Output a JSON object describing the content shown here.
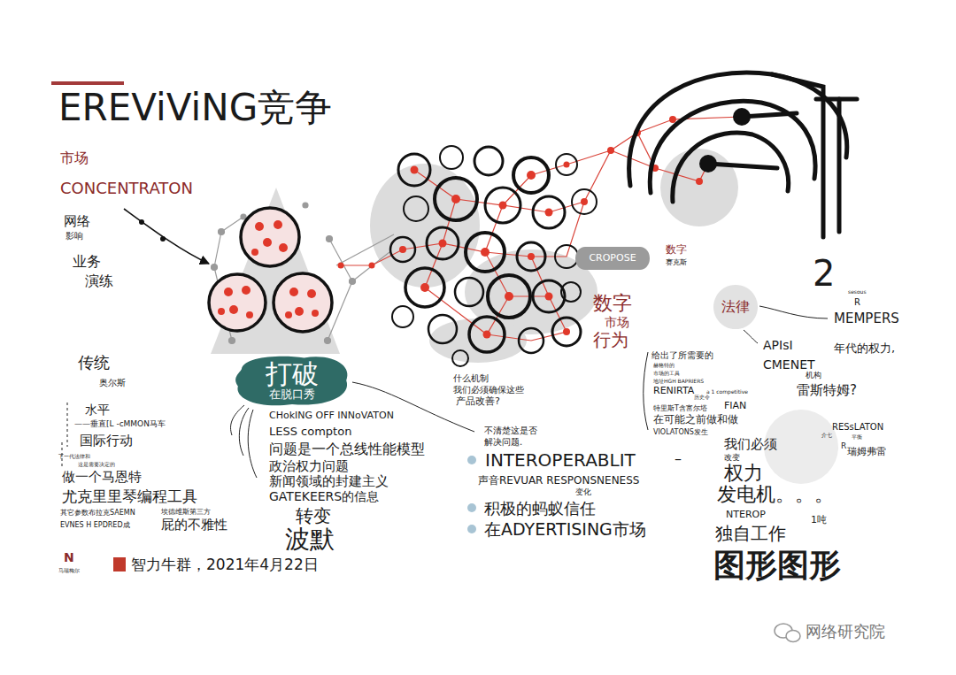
{
  "diagram": {
    "title": "EREViViNG竞争",
    "nodes": [
      {
        "text": [
          "打破",
          "在脱口秀"
        ]
      },
      {
        "text": [
          "CROPOSE"
        ]
      },
      {
        "text": [
          "法律"
        ]
      }
    ],
    "labels": [
      "市场",
      "CONCENTRATON",
      "网络",
      "影响",
      "业务",
      "演练",
      "传统",
      "奥尔斯",
      "水平",
      "——垂直[L -cMMON马车",
      "国际行动",
      "下一代法律和",
      "这是需要决定的",
      "做一个马恩特",
      "尤克里里琴编程工具",
      "其它参数布拉克SAEMN",
      "EVNES H EPDRED成",
      "埃德维斯第三方",
      "屁的不雅性",
      "N",
      "马瑞梅尔",
      "智力牛群，2021年4月22日",
      "CHokING OFF INNoVATON",
      "LESS compton",
      "问题是一个总线性能模型",
      "政治权力问题",
      "新闻领域的封建主义",
      "GATEKEERS的信息",
      "转变",
      "波默",
      "什么机制",
      "我们必须确保这些",
      "产品改善?",
      "不清楚这是否",
      "解决问题.",
      "INTEROPERABLIT",
      "–",
      "声音REVUAR RESPONSNENESS",
      "变化",
      "积极的蚂蚁信任",
      "在ADYERTISING市场",
      "数字",
      "赛克斯",
      "数字",
      "市场",
      "行为",
      "2",
      "sesous",
      "R",
      "MEMPERS",
      "APIsI",
      "年代的权力,",
      "CMENET",
      "给出了所需要的",
      "赫格特的",
      "市场的工具",
      "地址HGH BAPRIERS",
      "RENIRTA",
      "a 1 competitive",
      "历史令",
      "特里斯T含富尔塔",
      "FIAN",
      "在可能之前做和做",
      "VIOLATONS发生",
      "机构",
      "雷斯特姆?",
      "RESsLATON",
      "介七",
      "平衡",
      "R",
      "瑞姆弗雷",
      "我们必须",
      "改变",
      "权力",
      "发电机。。。",
      "NTEROP",
      "1吨",
      "独自工作",
      "图形图形",
      "网络研究院"
    ]
  }
}
